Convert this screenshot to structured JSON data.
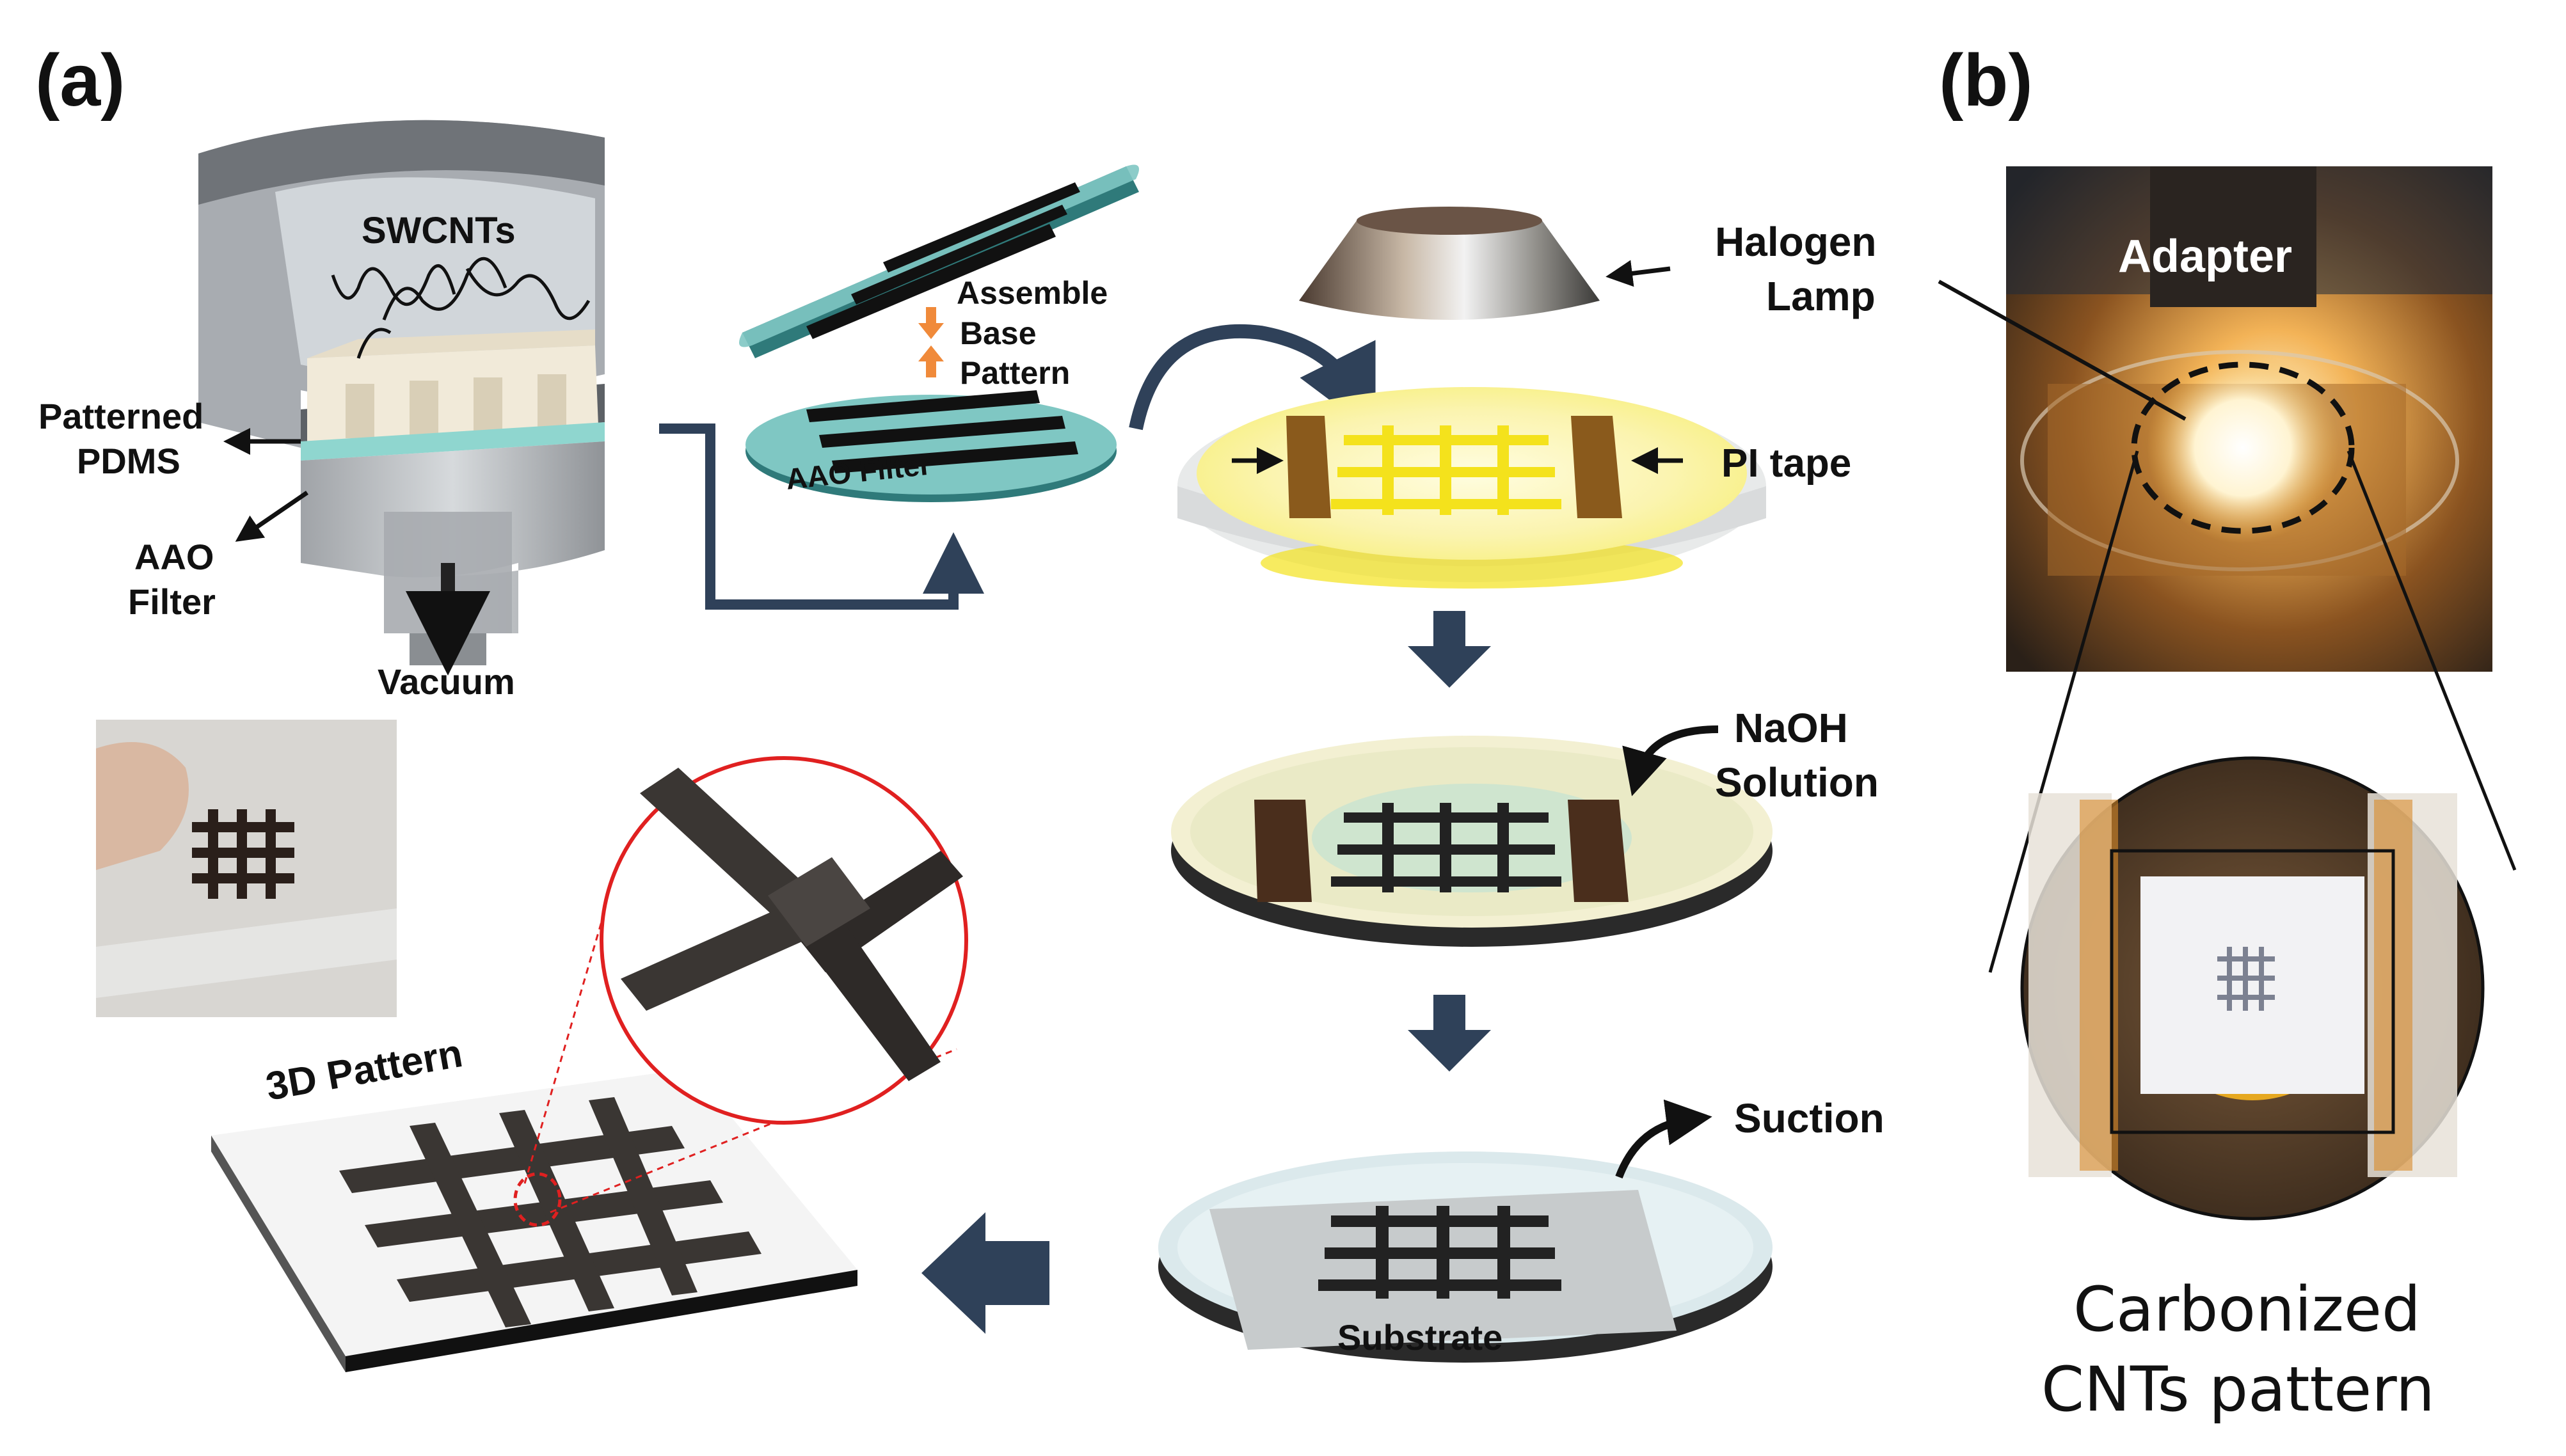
{
  "panel_a": {
    "letter": "(a)",
    "filtration": {
      "swcnts": "SWCNTs",
      "patterned_pdms": [
        "Patterned",
        "PDMS"
      ],
      "aao_filter": [
        "AAO",
        "Filter"
      ],
      "vacuum": "Vacuum"
    },
    "assembly": {
      "assemble_lines": [
        "Assemble",
        "Base",
        "Pattern"
      ],
      "aao_filter_disc": "AAO Filter"
    },
    "lamp_step": {
      "halogen_lamp": [
        "Halogen",
        "Lamp"
      ],
      "pi_tape": "PI tape"
    },
    "naoh_step": {
      "naoh_solution": [
        "NaOH",
        "Solution"
      ]
    },
    "suction_step": {
      "suction": "Suction",
      "substrate": "Substrate"
    },
    "result": {
      "pattern_3d": "3D Pattern"
    }
  },
  "panel_b": {
    "letter": "(b)",
    "adapter": "Adapter",
    "caption": [
      "Carbonized",
      "CNTs pattern"
    ]
  },
  "colors": {
    "dark_arrow": "#2f4159",
    "orange_arrow": "#f08a3a",
    "zoom_ring": "#e02020",
    "cnt_black": "#2a2523",
    "pi_tape": "#8a5a1c",
    "glow_yellow": "#f4e21c"
  }
}
